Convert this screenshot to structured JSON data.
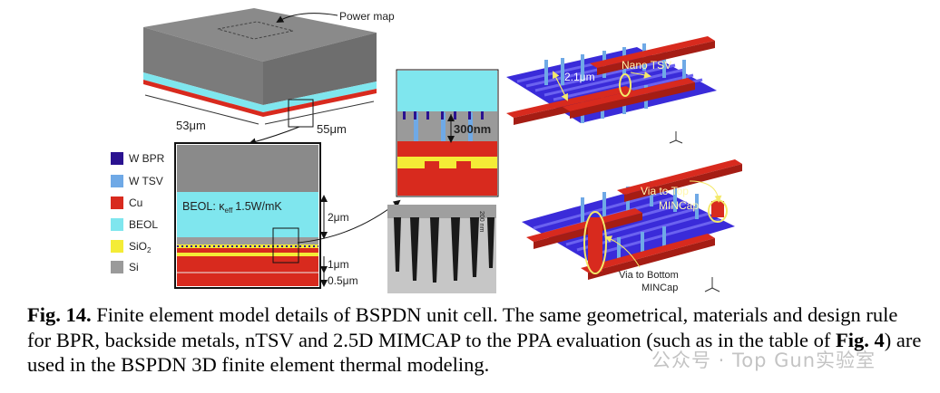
{
  "figure": {
    "labels": {
      "power_map": "Power map",
      "dim_53": "53μm",
      "dim_55": "55μm",
      "beol_k": "BEOL: κ",
      "beol_k_sub": "eff",
      "beol_k_val": "1.5W/mK",
      "dim_2um": "2μm",
      "dim_1um": "1μm",
      "dim_05um": "0.5μm",
      "dim_300nm": "300nm",
      "dim_21um": "2.1μm",
      "nano_tsv": "Nano TSV",
      "via_top_1": "Via to Top",
      "via_top_2": "MINCap",
      "via_bottom_1": "Via to Bottom",
      "via_bottom_2": "MINCap",
      "sem_scale": "200 nm"
    },
    "legend": [
      {
        "label": "W BPR",
        "color": "#2a1290"
      },
      {
        "label": "W TSV",
        "color": "#6fa9e6"
      },
      {
        "label": "Cu",
        "color": "#d82a1e"
      },
      {
        "label": "BEOL",
        "color": "#7fe6ee"
      },
      {
        "label": "SiO",
        "sub": "2",
        "color": "#f4ec36"
      },
      {
        "label": "Si",
        "color": "#9a9a9a"
      }
    ]
  },
  "caption": {
    "label": "Fig. 14.",
    "text1": " Finite element model details of BSPDN unit cell. The same geometrical, materials and design rule for BPR, backside metals, nTSV and 2.5D MIMCAP to the PPA evaluation (such as in the table of ",
    "ref": "Fig. 4",
    "text2": ") are used in the BSPDN 3D finite element thermal modeling."
  },
  "watermark": "公众号 · Top Gun实验室"
}
